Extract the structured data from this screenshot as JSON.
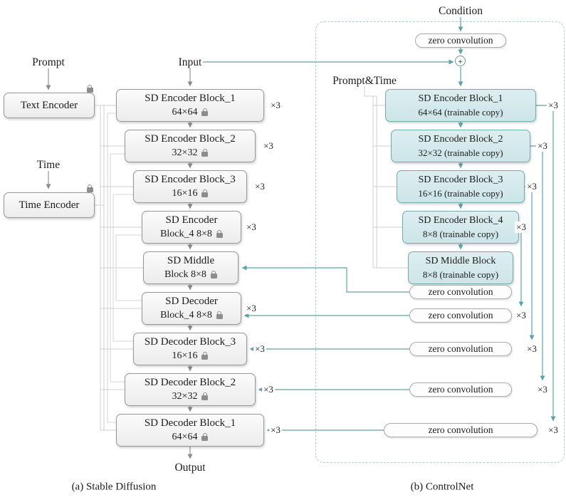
{
  "diagram": {
    "labels": {
      "prompt": "Prompt",
      "time": "Time",
      "input": "Input",
      "output": "Output",
      "condition": "Condition",
      "prompt_and_time": "Prompt&Time",
      "multiplier": "×3",
      "plus": "+",
      "caption_a": "(a) Stable Diffusion",
      "caption_b": "(b) ControlNet"
    },
    "encoders": {
      "text_encoder": "Text Encoder",
      "time_encoder": "Time Encoder"
    },
    "zero_convolution": "zero convolution",
    "sd_blocks": [
      {
        "line1": "SD Encoder Block_1",
        "line2": "64×64"
      },
      {
        "line1": "SD Encoder Block_2",
        "line2": "32×32"
      },
      {
        "line1": "SD Encoder Block_3",
        "line2": "16×16"
      },
      {
        "line1": "SD Encoder",
        "line2": "Block_4 8×8"
      },
      {
        "line1": "SD Middle",
        "line2": "Block 8×8"
      },
      {
        "line1": "SD Decoder",
        "line2": "Block_4 8×8"
      },
      {
        "line1": "SD Decoder Block_3",
        "line2": "16×16"
      },
      {
        "line1": "SD Decoder Block_2",
        "line2": "32×32"
      },
      {
        "line1": "SD Decoder Block_1",
        "line2": "64×64"
      }
    ],
    "trainable_blocks": [
      {
        "line1": "SD Encoder Block_1",
        "line2": "64×64 (trainable copy)"
      },
      {
        "line1": "SD Encoder Block_2",
        "line2": "32×32 (trainable copy)"
      },
      {
        "line1": "SD Encoder Block_3",
        "line2": "16×16 (trainable copy)"
      },
      {
        "line1": "SD Encoder Block_4",
        "line2": "8×8 (trainable copy)"
      },
      {
        "line1": "SD Middle Block",
        "line2": "8×8 (trainable copy)"
      }
    ],
    "colors": {
      "accent_teal": "#5FA3A7",
      "arrow_gray": "#8c8c8c",
      "bus_gray": "#cfcfcf",
      "trainable_fill": "#d9ebed",
      "trainable_border": "#74abb0",
      "block_border": "#979797",
      "dashed_border": "#a8cfd2"
    }
  }
}
